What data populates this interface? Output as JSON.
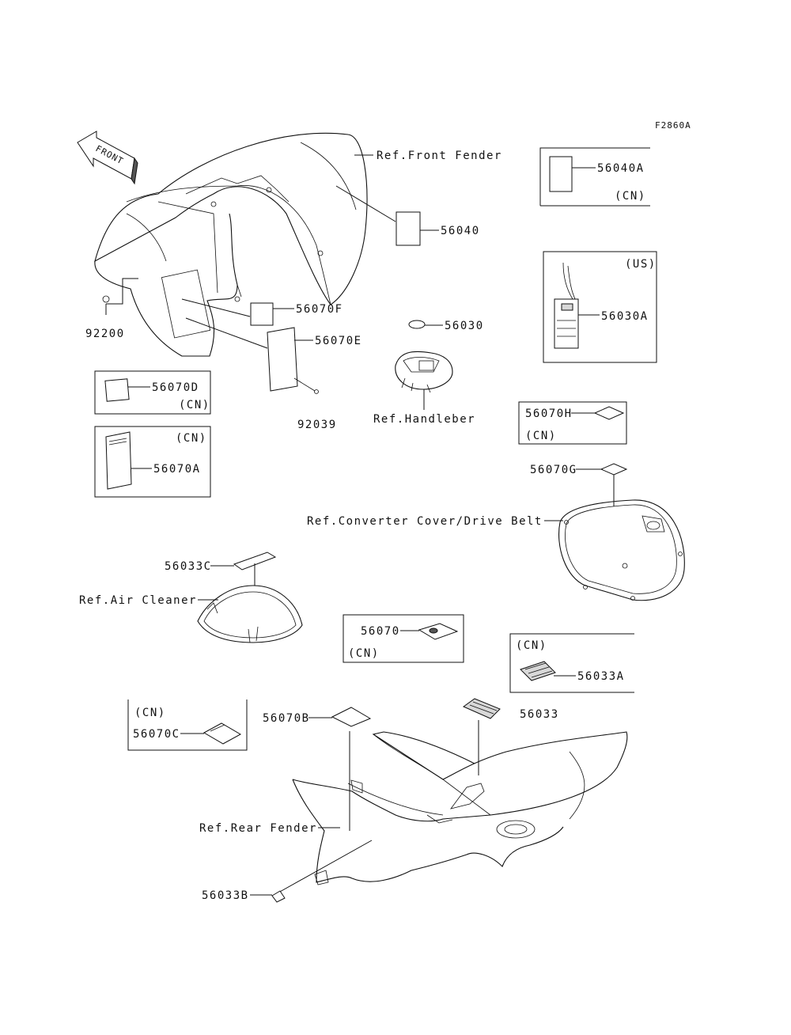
{
  "figure_code": "F2860A",
  "front_arrow": "FRONT",
  "labels": {
    "ref_front_fender": "Ref.Front Fender",
    "p56040": "56040",
    "p56040a": "56040A",
    "p56040a_cn": "(CN)",
    "p56030a_us": "(US)",
    "p56030a": "56030A",
    "p92200": "92200",
    "p56070f": "56070F",
    "p56070e": "56070E",
    "p56030": "56030",
    "p92039": "92039",
    "ref_handlebar": "Ref.Handleber",
    "p56070d": "56070D",
    "p56070d_cn": "(CN)",
    "p56070a_cn": "(CN)",
    "p56070a": "56070A",
    "p56070h": "56070H",
    "p56070h_cn": "(CN)",
    "p56070g": "56070G",
    "ref_converter": "Ref.Converter Cover/Drive Belt",
    "p56033c": "56033C",
    "ref_air_cleaner": "Ref.Air Cleaner",
    "p56070": "56070",
    "p56070_cn": "(CN)",
    "p56033a_cn": "(CN)",
    "p56033a": "56033A",
    "p56070c_cn": "(CN)",
    "p56070c": "56070C",
    "p56070b": "56070B",
    "p56033": "56033",
    "ref_rear_fender": "Ref.Rear Fender",
    "p56033b": "56033B"
  }
}
